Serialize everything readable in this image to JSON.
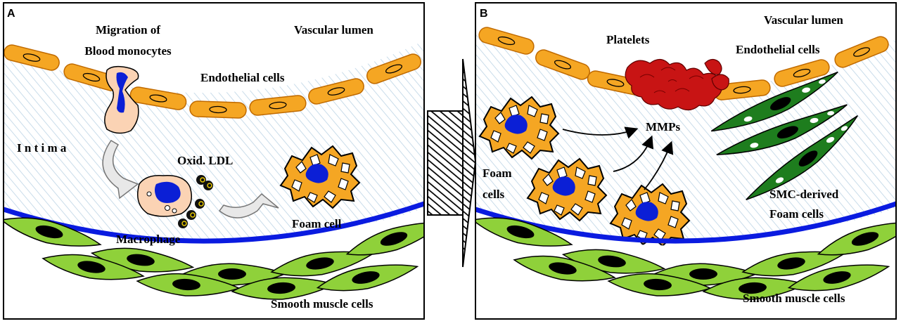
{
  "colors": {
    "endothelial_fill": "#f5a623",
    "endothelial_stroke": "#c06a00",
    "monocyte_fill": "#fbd3b4",
    "nucleus": "#0b1fd6",
    "lamina": "#0a1be0",
    "smc_fill": "#8fd13a",
    "smc_nucleus": "#000000",
    "foam_fill": "#f5a623",
    "platelet_fill": "#c81414",
    "smc_foam_fill": "#1e7d1e",
    "intima_hatch": "#c9dcea",
    "ldl_fill": "#111111",
    "ldl_ring": "#e8c800"
  },
  "panel_a": {
    "letter": "A",
    "migration_label_line1": "Migration of",
    "migration_label_line2": "Blood monocytes",
    "vascular_lumen": "Vascular lumen",
    "endothelial_cells": "Endothelial cells",
    "intima": "I n t i m a",
    "oxid_ldl": "Oxid. LDL",
    "macrophage": "Macrophage",
    "foam_cell": "Foam cell",
    "smooth_muscle": "Smooth muscle cells"
  },
  "panel_b": {
    "letter": "B",
    "vascular_lumen": "Vascular lumen",
    "platelets": "Platelets",
    "endothelial_cells": "Endothelial cells",
    "mmps": "MMPs",
    "foam_cells_line1": "Foam",
    "foam_cells_line2": "cells",
    "smc_foam_line1": "SMC-derived",
    "smc_foam_line2": "Foam cells",
    "smooth_muscle": "Smooth muscle cells"
  }
}
